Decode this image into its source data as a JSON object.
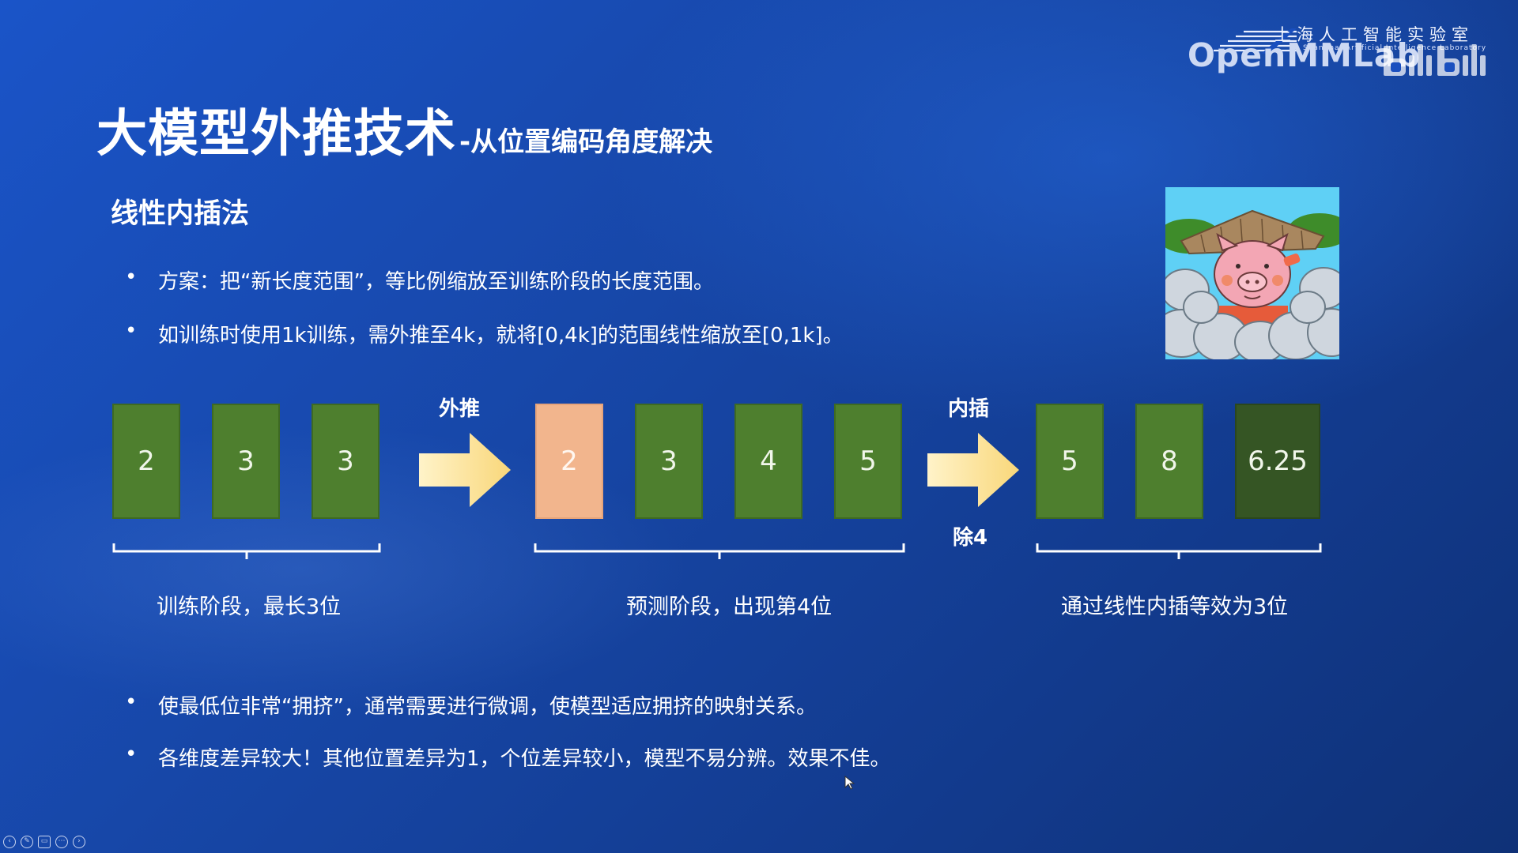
{
  "branding": {
    "lab_cn": "上海人工智能实验室",
    "lab_en": "Shanghai Artificial Intelligence Laboratory",
    "wordmark": "OpenMMLab",
    "watermark": "bilibili"
  },
  "slide": {
    "title": "大模型外推技术",
    "subtitle": "-从位置编码角度解决",
    "section": "线性内插法",
    "bullet_marker": "•",
    "bullets_top": [
      "方案：把“新长度范围”，等比例缩放至训练阶段的长度范围。",
      "如训练时使用1k训练，需外推至4k，就将[0,4k]的范围线性缩放至[0,1k]。"
    ],
    "bullets_bottom": [
      "使最低位非常“拥挤”，通常需要进行微调，使模型适应拥挤的映射关系。",
      "各维度差异较大！其他位置差异为1，个位差异较小，模型不易分辨。效果不佳。"
    ]
  },
  "diagram": {
    "training_cells": [
      "2",
      "3",
      "3"
    ],
    "arrow1_label": "外推",
    "prediction_cells": [
      "2",
      "3",
      "4",
      "5"
    ],
    "arrow2_label_top": "内插",
    "arrow2_label_bottom": "除4",
    "interpolated_cells": [
      "5",
      "8",
      "6.25"
    ],
    "group_labels": [
      "训练阶段，最长3位",
      "预测阶段，出现第4位",
      "通过线性内插等效为3位"
    ],
    "colors": {
      "green": "#4e7f2e",
      "peach": "#f2b58d",
      "dark_green": "#355524",
      "arrow": "#fde6a0"
    }
  },
  "toolbar_icons": [
    "back-icon",
    "pen-icon",
    "cc-icon",
    "more-icon",
    "forward-icon"
  ]
}
